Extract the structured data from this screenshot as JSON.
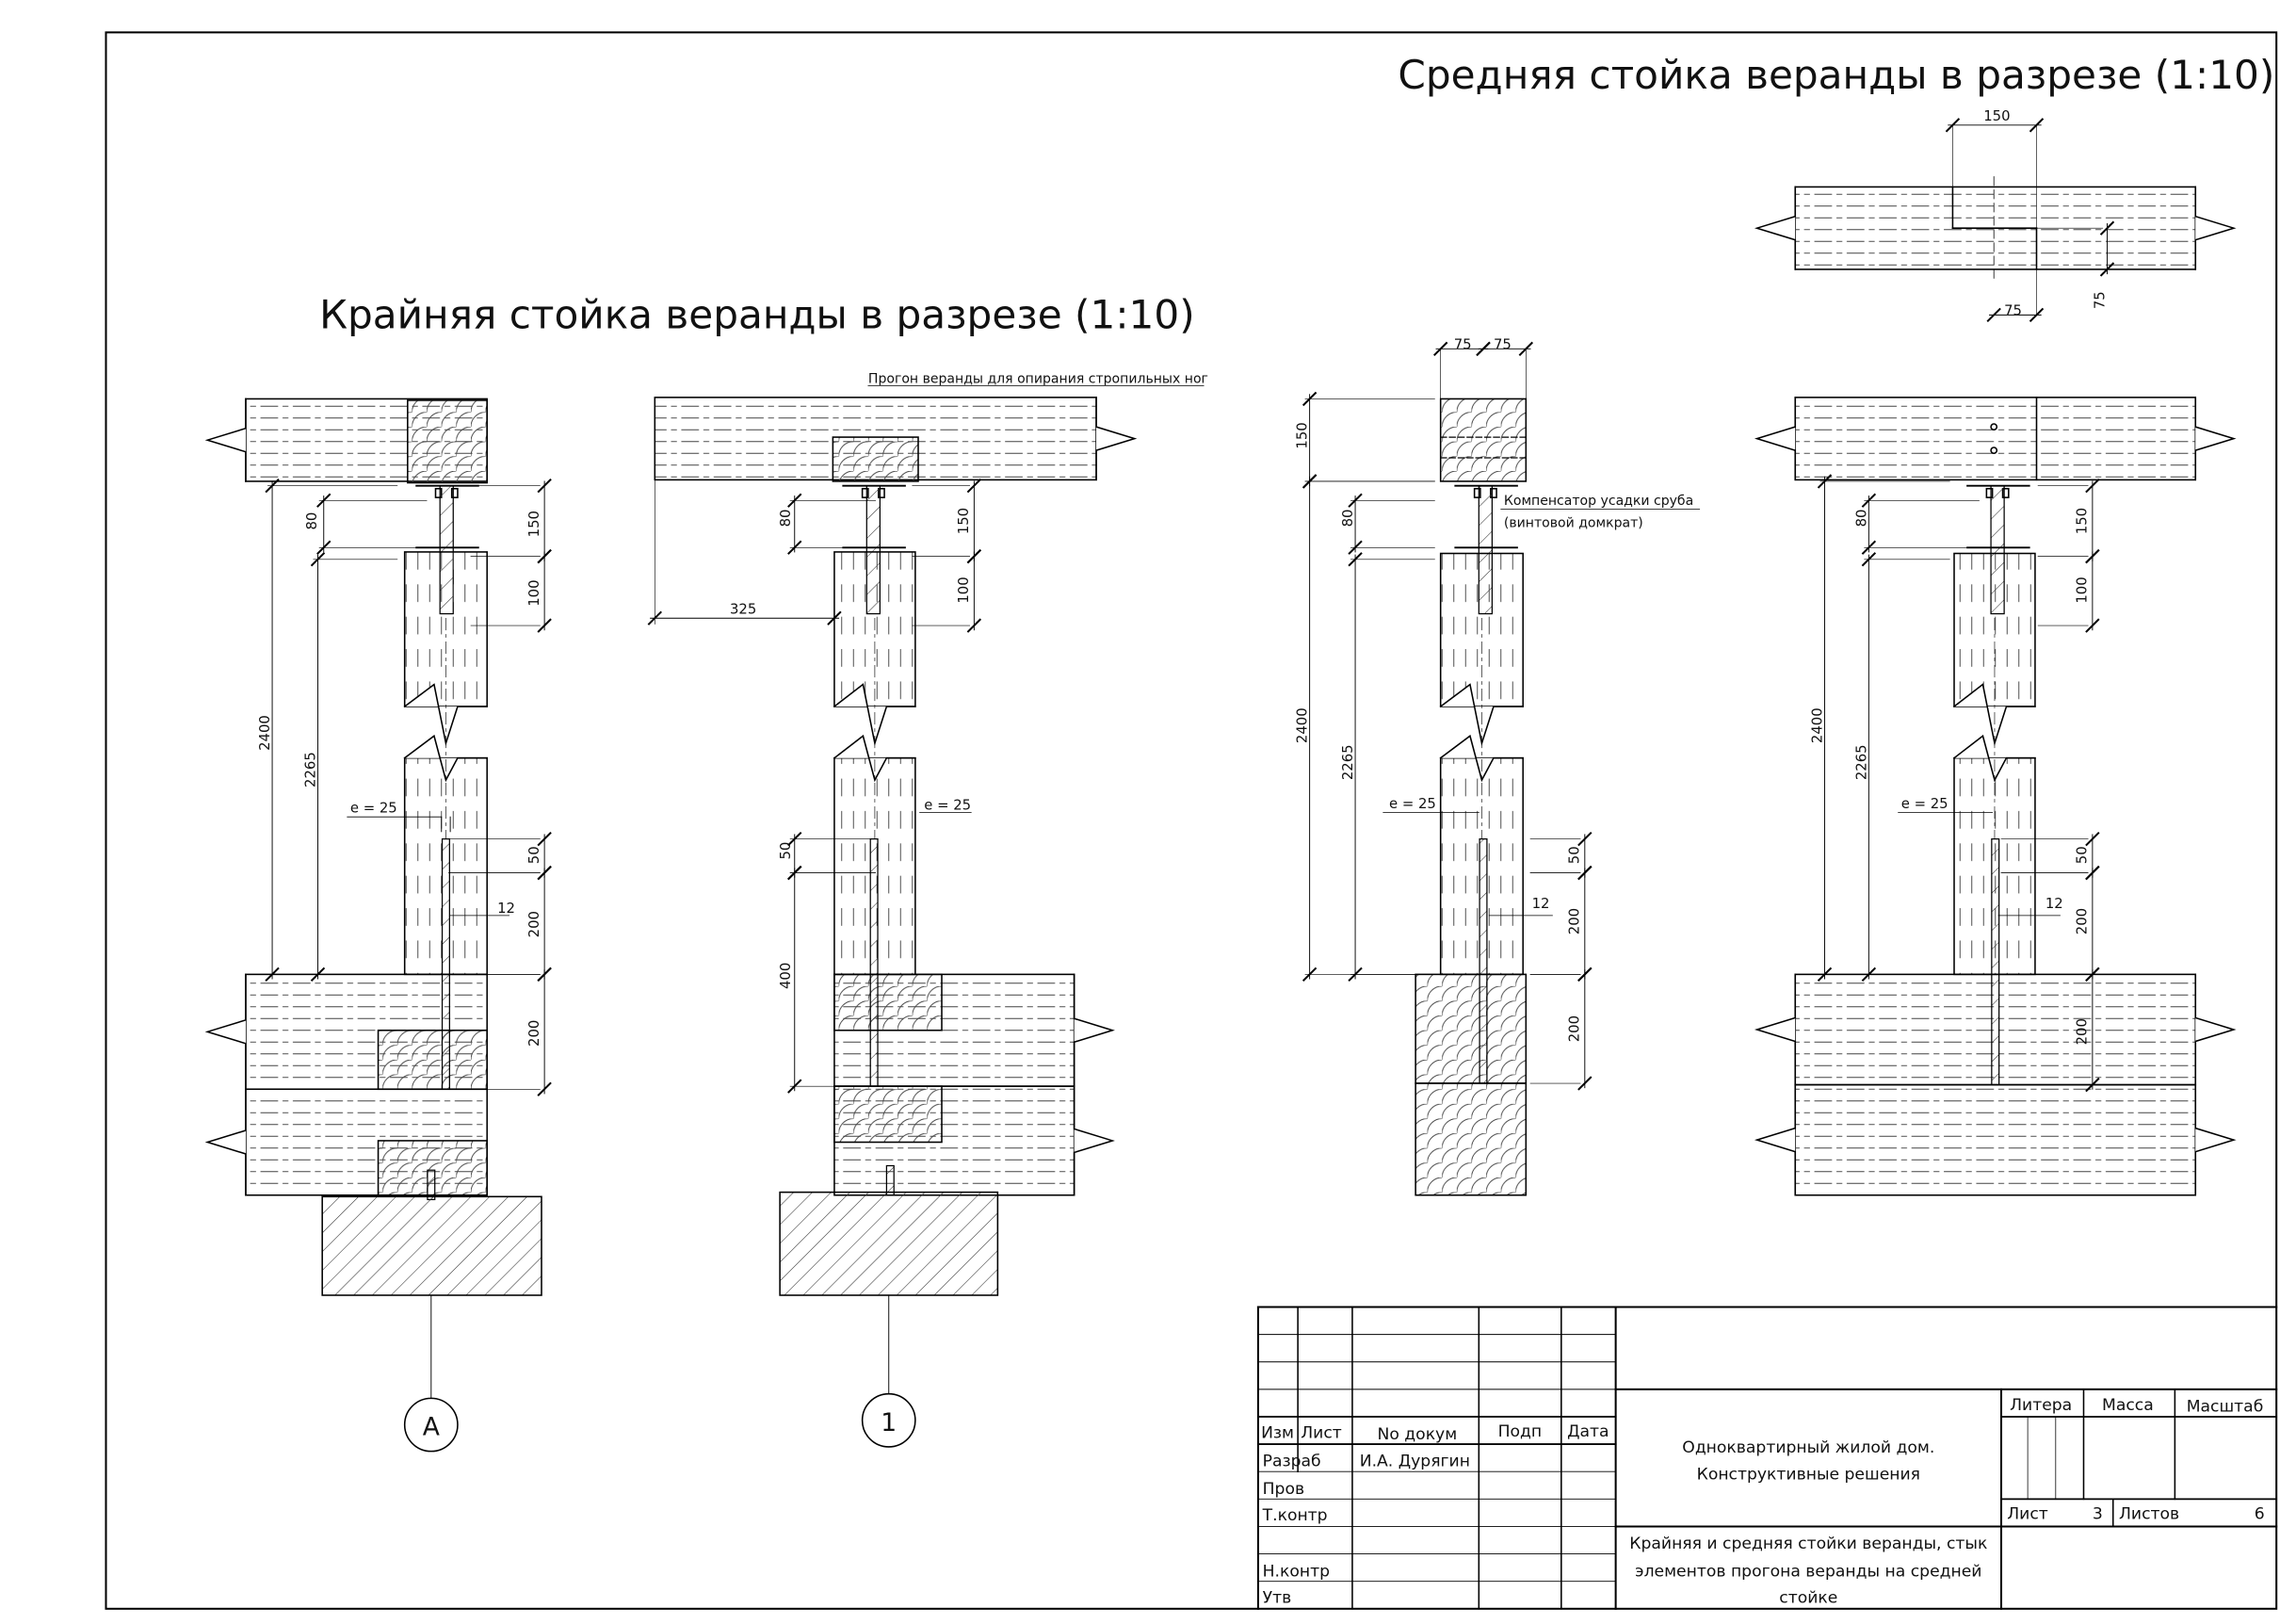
{
  "titles": {
    "edge_post": "Крайняя стойка веранды в разрезе (1:10)",
    "middle_post": "Средняя стойка веранды в разрезе (1:10)"
  },
  "notes": {
    "purlin": "Прогон веранды для опирания стропильных ног",
    "compensator_line1": "Компенсатор усадки сруба",
    "compensator_line2": "(винтовой домкрат)"
  },
  "axes": {
    "a": "А",
    "one": "1"
  },
  "dims": {
    "d1": [
      "80",
      "150",
      "100",
      "2400",
      "2265",
      "e = 25",
      "50",
      "12",
      "200",
      "200"
    ],
    "d2": [
      "80",
      "150",
      "100",
      "325",
      "e = 25",
      "50",
      "400"
    ],
    "d3": [
      "75",
      "75",
      "150",
      "80",
      "2400",
      "2265",
      "e = 25",
      "50",
      "12",
      "200",
      "200"
    ],
    "d4": [
      "150",
      "75",
      "75",
      "80",
      "150",
      "100",
      "2400",
      "2265",
      "e = 25",
      "50",
      "12",
      "200",
      "200"
    ]
  },
  "title_block": {
    "headers": {
      "izm": "Изм",
      "list": "Лист",
      "doc": "No докум",
      "sign": "Подп",
      "date": "Дата"
    },
    "roles": {
      "razrab": "Разраб",
      "prov": "Пров",
      "tkontr": "Т.контр",
      "nkontr": "Н.контр",
      "utv": "Утв"
    },
    "developer": "И.А. Дурягин",
    "project_line1": "Одноквартирный жилой дом.",
    "project_line2": "Конструктивные решения",
    "sheet_title_line1": "Крайняя и средняя стойки веранды, стык",
    "sheet_title_line2": "элементов прогона веранды на средней",
    "sheet_title_line3": "стойке",
    "litera_label": "Литера",
    "mass_label": "Масса",
    "scale_label": "Масштаб",
    "sheet_label": "Лист",
    "sheet_number": "3",
    "sheets_label": "Листов",
    "sheets_total": "6"
  }
}
